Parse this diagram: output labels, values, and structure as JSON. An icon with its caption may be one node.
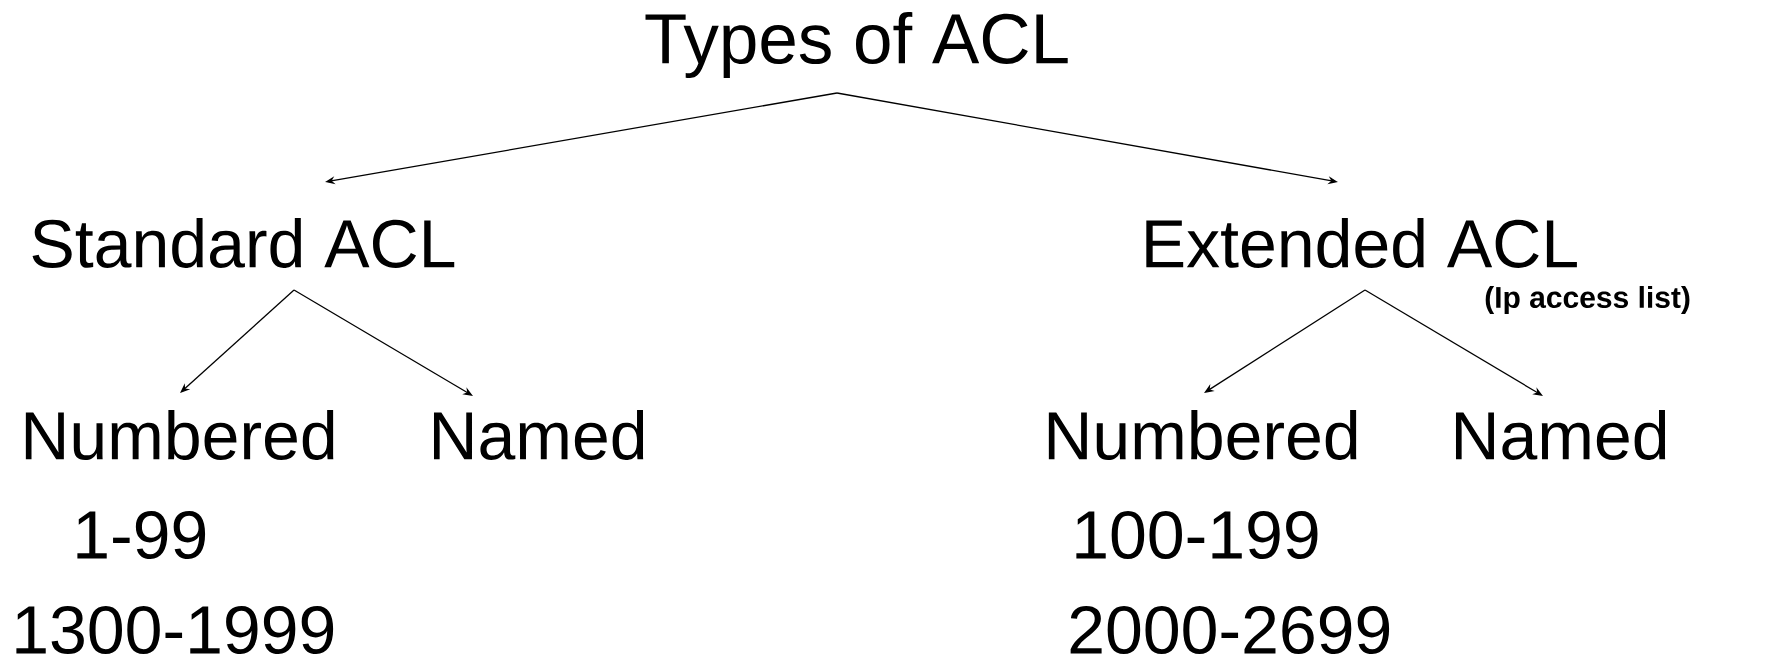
{
  "diagram": {
    "nodes": [
      {
        "text": [
          "Types of ACL"
        ]
      },
      {
        "text": [
          "Standard ACL"
        ]
      },
      {
        "text": [
          "Extended ACL"
        ],
        "beside": [
          "(Ip access list)"
        ]
      },
      {
        "text": [
          "Numbered"
        ],
        "beside": [
          "1-99",
          "1300-1999"
        ]
      },
      {
        "text": [
          "Named"
        ]
      },
      {
        "text": [
          "Numbered"
        ],
        "beside": [
          "100-199",
          "2000-2699"
        ]
      },
      {
        "text": [
          "Named"
        ]
      }
    ],
    "edges": [
      {
        "from": 0,
        "to": 1,
        "arrow": "to"
      },
      {
        "from": 0,
        "to": 2,
        "arrow": "to"
      },
      {
        "from": 1,
        "to": 3,
        "arrow": "to"
      },
      {
        "from": 1,
        "to": 4,
        "arrow": "to"
      },
      {
        "from": 2,
        "to": 5,
        "arrow": "to"
      },
      {
        "from": 2,
        "to": 6,
        "arrow": "to"
      }
    ]
  }
}
